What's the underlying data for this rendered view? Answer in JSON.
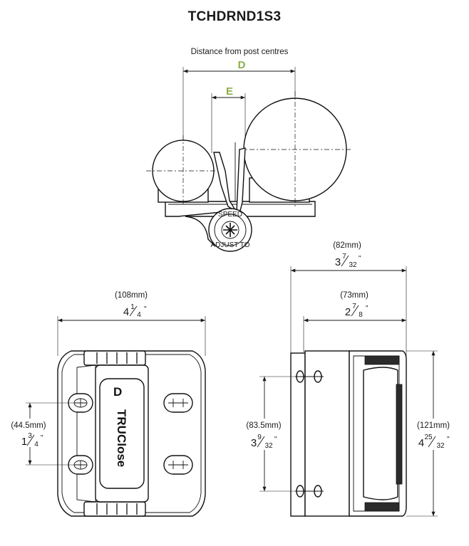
{
  "title": "TCHDRND1S3",
  "top_view": {
    "caption": "Distance from post centres",
    "label_d": "D",
    "label_e": "E",
    "ring_text_a": "ADJUST TO",
    "ring_text_b": "SPEED"
  },
  "front_view": {
    "width_mm": "(108mm)",
    "width_whole": "4",
    "width_num": "1",
    "width_den": "4",
    "hole_mm": "(44.5mm)",
    "hole_whole": "1",
    "hole_num": "3",
    "hole_den": "4",
    "brand": "TRUClose",
    "brand_mark": "D"
  },
  "side_view": {
    "overall_mm": "(82mm)",
    "overall_whole": "3",
    "overall_num": "7",
    "overall_den": "32",
    "body_mm": "(73mm)",
    "body_whole": "2",
    "body_num": "7",
    "body_den": "8",
    "holes_mm": "(83.5mm)",
    "holes_whole": "3",
    "holes_num": "9",
    "holes_den": "32",
    "height_mm": "(121mm)",
    "height_whole": "4",
    "height_num": "25",
    "height_den": "32"
  },
  "inch_mark": "\""
}
